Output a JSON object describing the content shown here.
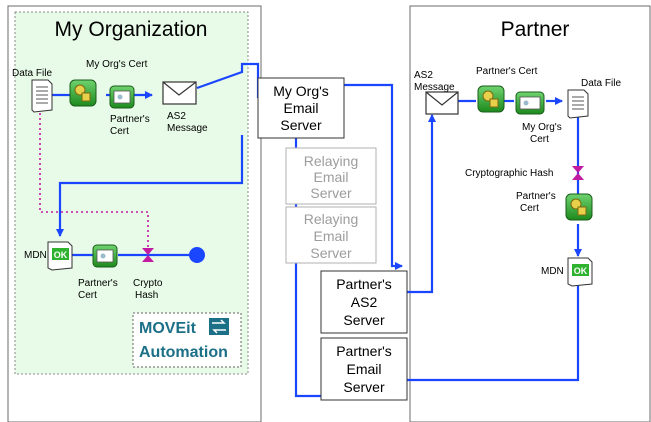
{
  "org_panel": {
    "title": "My Organization",
    "data_file": "Data File",
    "my_org_cert": "My Org's Cert",
    "partners_cert": [
      "Partner's",
      "Cert"
    ],
    "as2_message": [
      "AS2",
      "Message"
    ],
    "mdn": "MDN",
    "mdn_badge": "OK",
    "mdn_partners_cert": [
      "Partner's",
      "Cert"
    ],
    "crypto_hash": [
      "Crypto",
      "Hash"
    ],
    "product": [
      "MOVEit",
      "Automation"
    ]
  },
  "partner_panel": {
    "title": "Partner",
    "as2_message": [
      "AS2",
      "Message"
    ],
    "partners_cert": "Partner's Cert",
    "data_file": "Data File",
    "my_org_cert": [
      "My Org's",
      "Cert"
    ],
    "crypto_hash": "Cryptographic Hash",
    "partners_cert2": [
      "Partner's",
      "Cert"
    ],
    "mdn": "MDN",
    "mdn_badge": "OK"
  },
  "servers": {
    "my_org_email": [
      "My Org's",
      "Email",
      "Server"
    ],
    "relay1": [
      "Relaying",
      "Email",
      "Server"
    ],
    "relay2": [
      "Relaying",
      "Email",
      "Server"
    ],
    "partner_as2": [
      "Partner's",
      "AS2",
      "Server"
    ],
    "partner_email": [
      "Partner's",
      "Email",
      "Server"
    ]
  },
  "colors": {
    "flow": "#1b46ff",
    "hash": "#c21aa0",
    "org_fill": "#e8fbe8",
    "brand": "#1b6f86",
    "relay_text": "#9c9c9c"
  }
}
